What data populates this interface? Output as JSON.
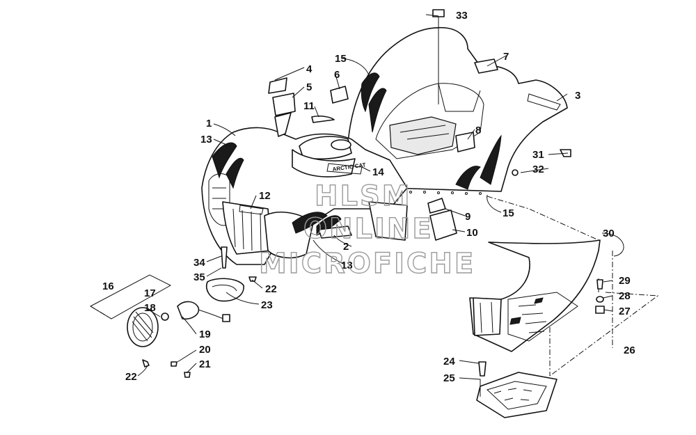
{
  "watermark": {
    "line1": "HLSM",
    "line2": "ONLINE",
    "line3": "MICROFICHE"
  },
  "diagram": {
    "callouts": [
      {
        "id": "c1",
        "label": "1"
      },
      {
        "id": "c2",
        "label": "2"
      },
      {
        "id": "c3",
        "label": "3"
      },
      {
        "id": "c4",
        "label": "4"
      },
      {
        "id": "c5",
        "label": "5"
      },
      {
        "id": "c6",
        "label": "6"
      },
      {
        "id": "c7",
        "label": "7"
      },
      {
        "id": "c8",
        "label": "8"
      },
      {
        "id": "c9",
        "label": "9"
      },
      {
        "id": "c10",
        "label": "10"
      },
      {
        "id": "c11",
        "label": "11"
      },
      {
        "id": "c12",
        "label": "12"
      },
      {
        "id": "c13a",
        "label": "13"
      },
      {
        "id": "c13b",
        "label": "13"
      },
      {
        "id": "c14",
        "label": "14"
      },
      {
        "id": "c15a",
        "label": "15"
      },
      {
        "id": "c15b",
        "label": "15"
      },
      {
        "id": "c16",
        "label": "16"
      },
      {
        "id": "c17",
        "label": "17"
      },
      {
        "id": "c18",
        "label": "18"
      },
      {
        "id": "c19",
        "label": "19"
      },
      {
        "id": "c20",
        "label": "20"
      },
      {
        "id": "c21",
        "label": "21"
      },
      {
        "id": "c22a",
        "label": "22"
      },
      {
        "id": "c22b",
        "label": "22"
      },
      {
        "id": "c23",
        "label": "23"
      },
      {
        "id": "c24",
        "label": "24"
      },
      {
        "id": "c25",
        "label": "25"
      },
      {
        "id": "c26",
        "label": "26"
      },
      {
        "id": "c27",
        "label": "27"
      },
      {
        "id": "c28",
        "label": "28"
      },
      {
        "id": "c29",
        "label": "29"
      },
      {
        "id": "c30",
        "label": "30"
      },
      {
        "id": "c31",
        "label": "31"
      },
      {
        "id": "c32",
        "label": "32"
      },
      {
        "id": "c33",
        "label": "33"
      },
      {
        "id": "c34",
        "label": "34"
      },
      {
        "id": "c35",
        "label": "35"
      }
    ]
  }
}
